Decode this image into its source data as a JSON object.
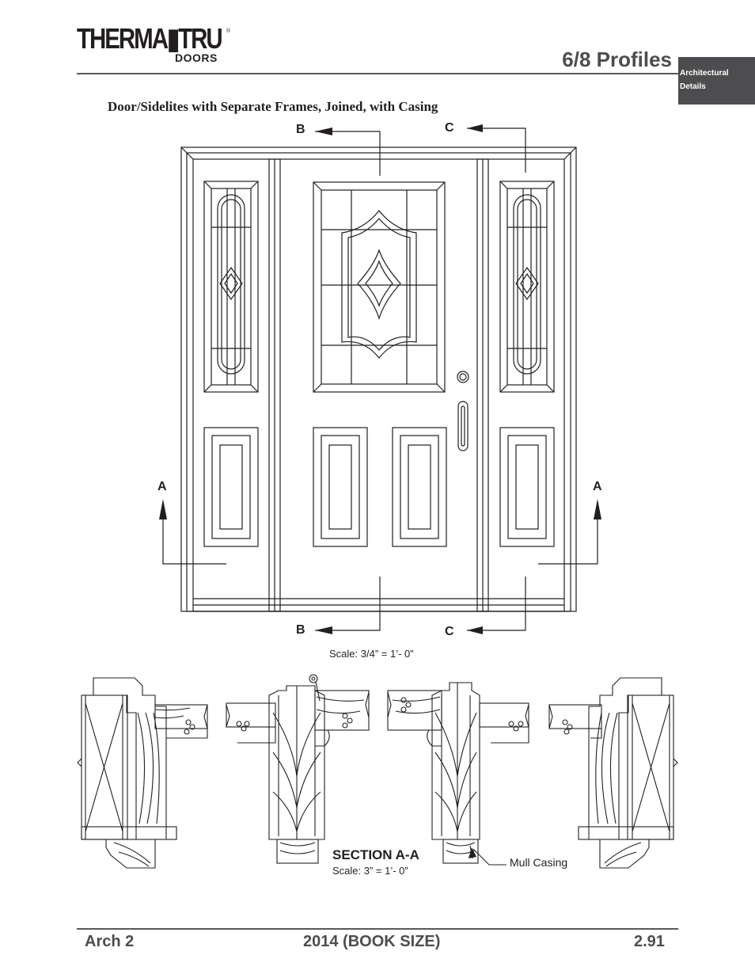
{
  "header": {
    "logo_main": "THERMA▮TRU",
    "logo_sub": "DOORS",
    "logo_reg": "®",
    "page_title": "6/8 Profiles",
    "tab_line1": "Architectural",
    "tab_line2": "Details"
  },
  "drawing": {
    "title": "Door/Sidelites with Separate Frames, Joined, with Casing",
    "label_b_top": "B",
    "label_c_top": "C",
    "label_a_left": "A",
    "label_a_right": "A",
    "label_b_bottom": "B",
    "label_c_bottom": "C",
    "elevation_scale": "Scale: 3/4” = 1’- 0”"
  },
  "section": {
    "title": "SECTION A-A",
    "scale": "Scale: 3” = 1’- 0”",
    "callout": "Mull Casing"
  },
  "footer": {
    "left": "Arch 2",
    "center": "2014 (BOOK SIZE)",
    "right": "2.91"
  },
  "colors": {
    "rule": "#58595b",
    "tab": "#4d4d4f",
    "ink": "#231f20"
  }
}
